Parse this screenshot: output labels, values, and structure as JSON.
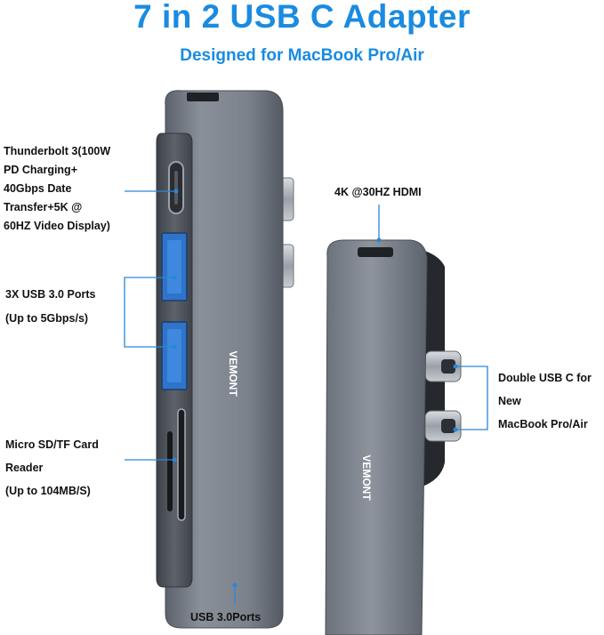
{
  "header": {
    "title": "7 in 2 USB C Adapter",
    "subtitle": "Designed for MacBook Pro/Air"
  },
  "labels": {
    "thunderbolt": [
      "Thunderbolt 3(100W",
      " PD Charging+",
      "40Gbps Date",
      "Transfer+5K @",
      "60HZ Video Display)"
    ],
    "usb3_ports": [
      "3X USB 3.0 Ports",
      "(Up to 5Gbps/s)"
    ],
    "card_reader": [
      "Micro SD/TF Card",
      "Reader",
      "(Up to 104MB/S)"
    ],
    "usb3_bottom": "USB 3.0Ports",
    "hdmi": "4K @30HZ HDMI",
    "double_usbc": [
      "Double USB C for",
      "New",
      "MacBook Pro/Air"
    ]
  },
  "brand": "VEMONT",
  "colors": {
    "accent": "#1a8be0",
    "line": "#2a86d6",
    "body": "#7a808a",
    "usb_blue": "#2f74c9"
  }
}
